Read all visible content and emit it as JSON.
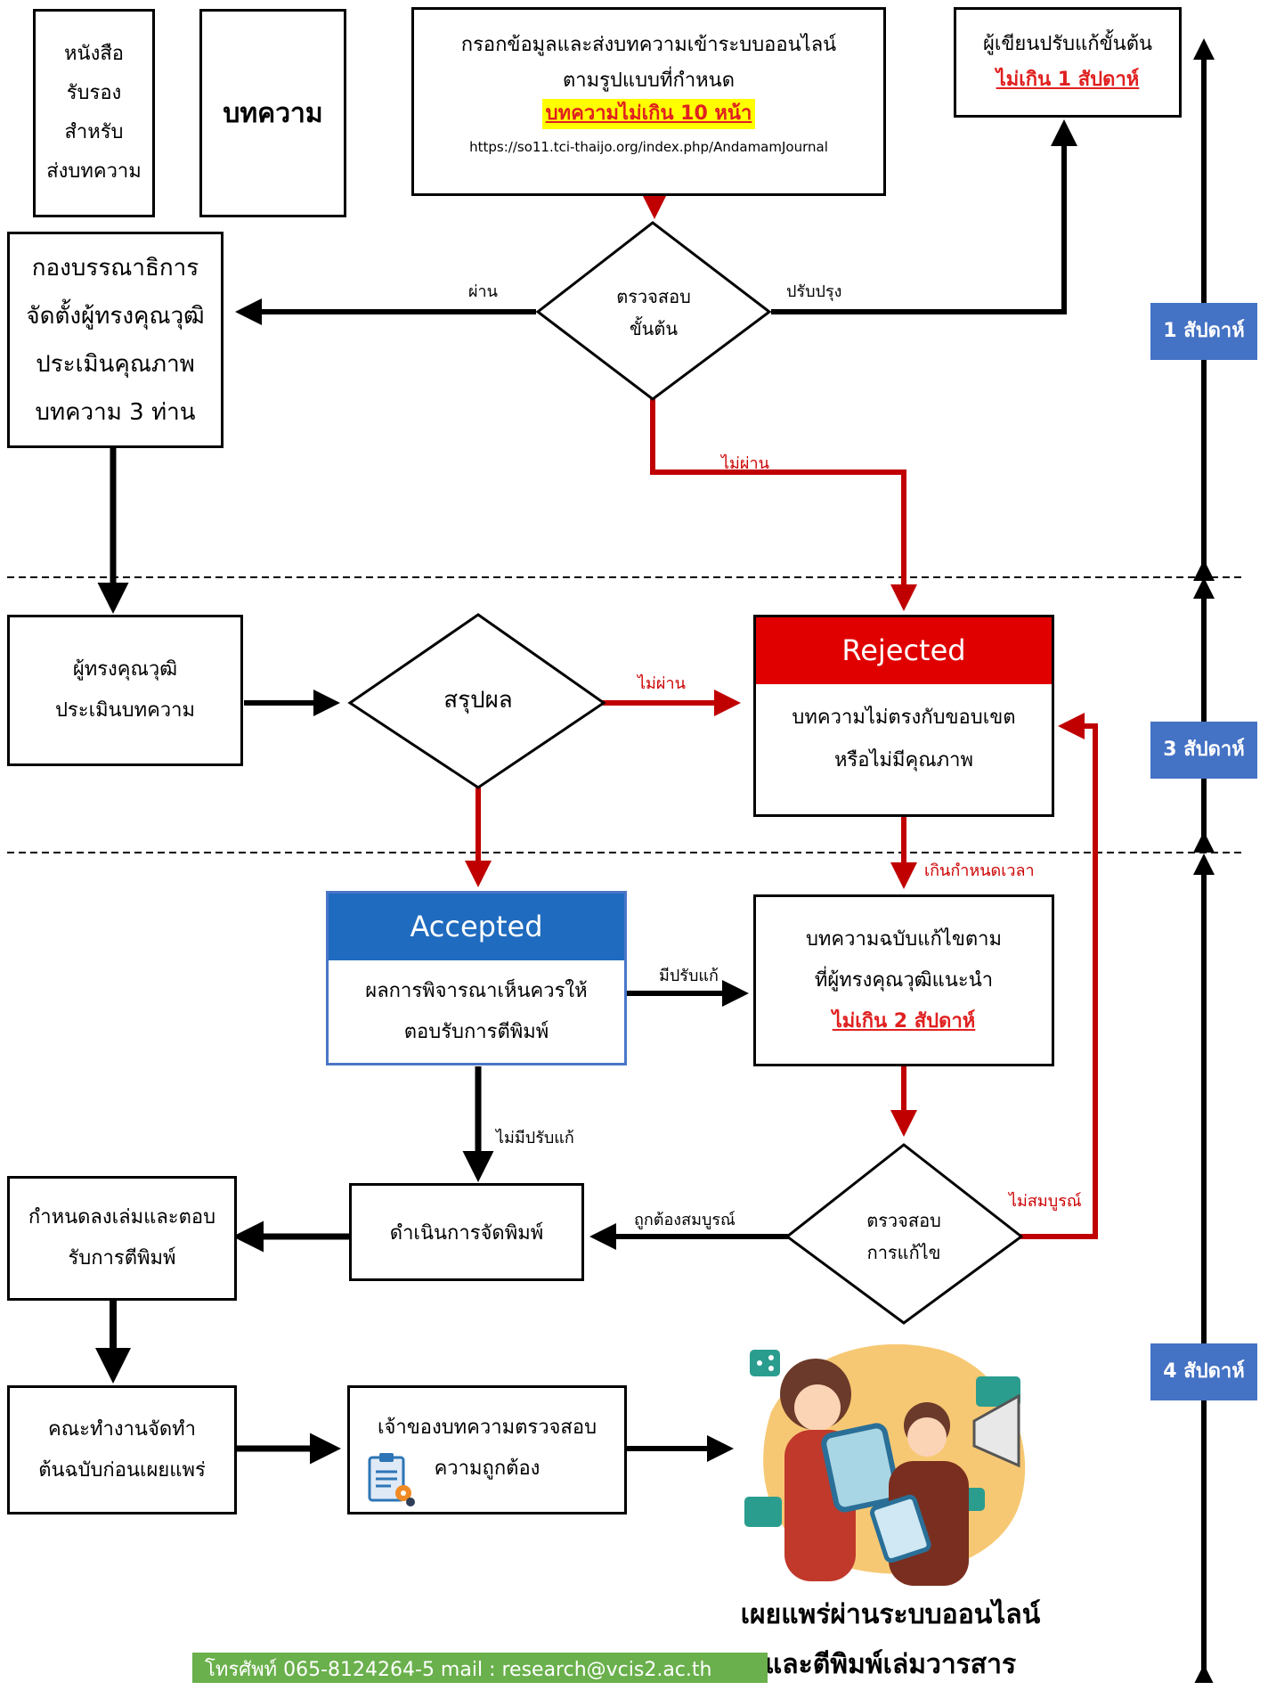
{
  "top": {
    "letter_lines": [
      "หนังสือ",
      "รับรอง",
      "สำหรับ",
      "ส่งบทความ"
    ],
    "article": "บทความ",
    "submit_line1": "กรอกข้อมูลและส่งบทความเข้าระบบออนไลน์",
    "submit_line2": "ตามรูปแบบที่กำหนด",
    "submit_highlight": "บทความไม่เกิน 10 หน้า",
    "submit_url": "https://so11.tci-thaijo.org/index.php/AndamamJournal",
    "author_fix_line1": "ผู้เขียนปรับแก้ขั้นต้น",
    "author_fix_line2": "ไม่เกิน 1 สัปดาห์"
  },
  "editorial": {
    "lines": [
      "กองบรรณาธิการ",
      "จัดตั้งผู้ทรงคุณวุฒิ",
      "ประเมินคุณภาพ",
      "บทความ 3 ท่าน"
    ]
  },
  "initial_check": {
    "line1": "ตรวจสอบ",
    "line2": "ขั้นต้น",
    "pass": "ผ่าน",
    "improve": "ปรับปรุง",
    "fail": "ไม่ผ่าน"
  },
  "review": {
    "line1": "ผู้ทรงคุณวุฒิ",
    "line2": "ประเมินบทความ"
  },
  "summary": {
    "label": "สรุปผล",
    "fail": "ไม่ผ่าน"
  },
  "rejected": {
    "header": "Rejected",
    "line1": "บทความไม่ตรงกับขอบเขต",
    "line2": "หรือไม่มีคุณภาพ",
    "overdue": "เกินกำหนดเวลา"
  },
  "accepted": {
    "header": "Accepted",
    "line1": "ผลการพิจารณาเห็นควรให้",
    "line2": "ตอบรับการตีพิมพ์",
    "has_revision": "มีปรับแก้",
    "no_revision": "ไม่มีปรับแก้"
  },
  "revised": {
    "line1": "บทความฉบับแก้ไขตาม",
    "line2": "ที่ผู้ทรงคุณวุฒิแนะนำ",
    "line3": "ไม่เกิน 2 สัปดาห์"
  },
  "revision_check": {
    "line1": "ตรวจสอบ",
    "line2": "การแก้ไข",
    "complete": "ถูกต้องสมบูรณ์",
    "incomplete": "ไม่สมบูรณ์"
  },
  "typeset": "ดำเนินการจัดพิมพ์",
  "schedule": {
    "line1": "กำหนดลงเล่มและตอบ",
    "line2": "รับการตีพิมพ์"
  },
  "prepub": {
    "line1": "คณะทำงานจัดทำ",
    "line2": "ต้นฉบับก่อนเผยแพร่"
  },
  "owner_check": {
    "line1": "เจ้าของบทความตรวจสอบ",
    "line2": "ความถูกต้อง"
  },
  "publish": {
    "line1": "เผยแพร่ผ่านระบบออนไลน์",
    "line2": "และตีพิมพ์เล่มวารสาร"
  },
  "contact": "โทรศัพท์ 065-8124264-5 mail : research@vcis2.ac.th",
  "timeline": {
    "week1": "1 สัปดาห์",
    "week3": "3 สัปดาห์",
    "week4": "4 สัปดาห์"
  },
  "colors": {
    "rejected_red": "#e00000",
    "accepted_blue": "#1f6bbf",
    "flow_red": "#c00000",
    "week_blue": "#4472c4",
    "contact_green": "#6ab04c"
  }
}
